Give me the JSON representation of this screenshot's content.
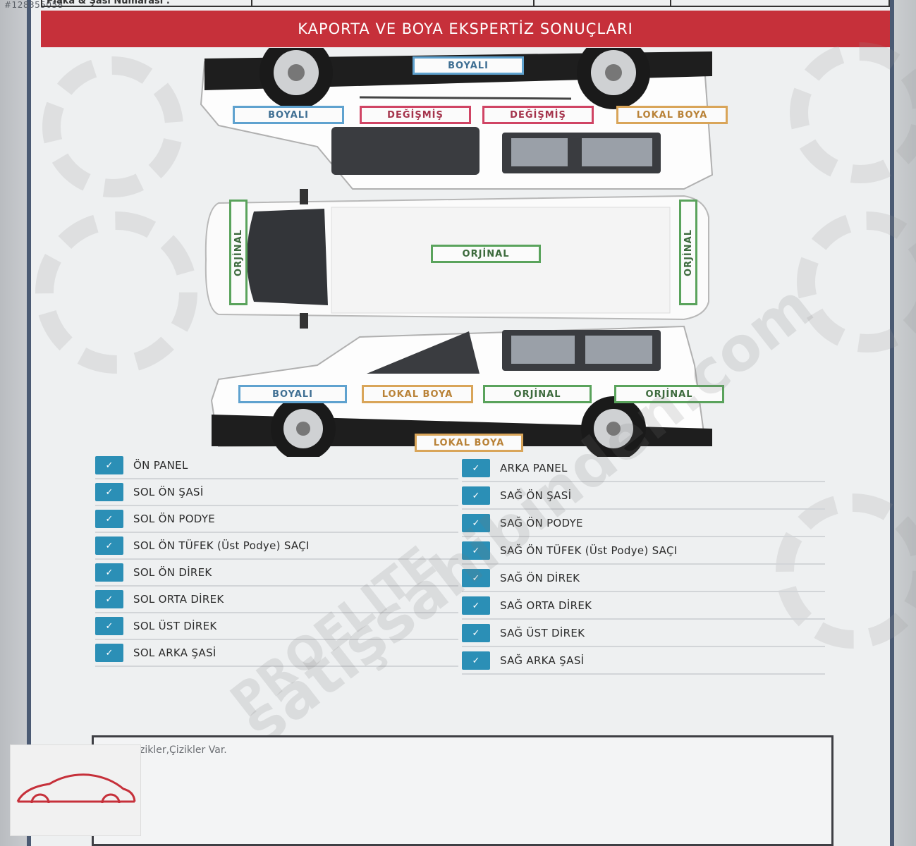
{
  "image_id": "#128355058",
  "header_row": {
    "label": "Plaka & Şasi Numarası :"
  },
  "section_title": "KAPORTA VE BOYA EKSPERTİZ SONUÇLARI",
  "watermark_text": "satışsahibinden.com",
  "watermark_text_2": "PROELITE",
  "diagram": {
    "roof_top": "BOYALI",
    "right_side": [
      "BOYALI",
      "DEĞİŞMİŞ",
      "DEĞİŞMİŞ",
      "LOKAL BOYA"
    ],
    "hood_left": "ORJİNAL",
    "roof_center": "ORJİNAL",
    "tailgate_right": "ORJİNAL",
    "left_side": [
      "BOYALI",
      "LOKAL BOYA",
      "ORJİNAL",
      "ORJİNAL"
    ],
    "left_sill": "LOKAL BOYA",
    "colors": {
      "boyali": "#5fa2cf",
      "degismis": "#d04464",
      "lokal": "#d9a559",
      "orjinal": "#5aa35c"
    }
  },
  "checklist": {
    "check_mark": "✓",
    "left": [
      "ÖN PANEL",
      "SOL ÖN ŞASİ",
      "SOL ÖN PODYE",
      "SOL ÖN TÜFEK (Üst Podye) SAÇI",
      "SOL ÖN DİREK",
      "SOL ORTA DİREK",
      "SOL ÜST DİREK",
      "SOL ARKA ŞASİ"
    ],
    "right": [
      "ARKA PANEL",
      "SAĞ ÖN ŞASİ",
      "SAĞ ÖN PODYE",
      "SAĞ ÖN TÜFEK (Üst Podye) SAÇI",
      "SAĞ ÖN DİREK",
      "SAĞ ORTA DİREK",
      "SAĞ ÜST DİREK",
      "SAĞ ARKA ŞASİ"
    ]
  },
  "notes": {
    "text": "Araçta Ezikler,Çizikler Var."
  },
  "logo_icon": "car-logo-icon",
  "accent_color": "#c6303a"
}
